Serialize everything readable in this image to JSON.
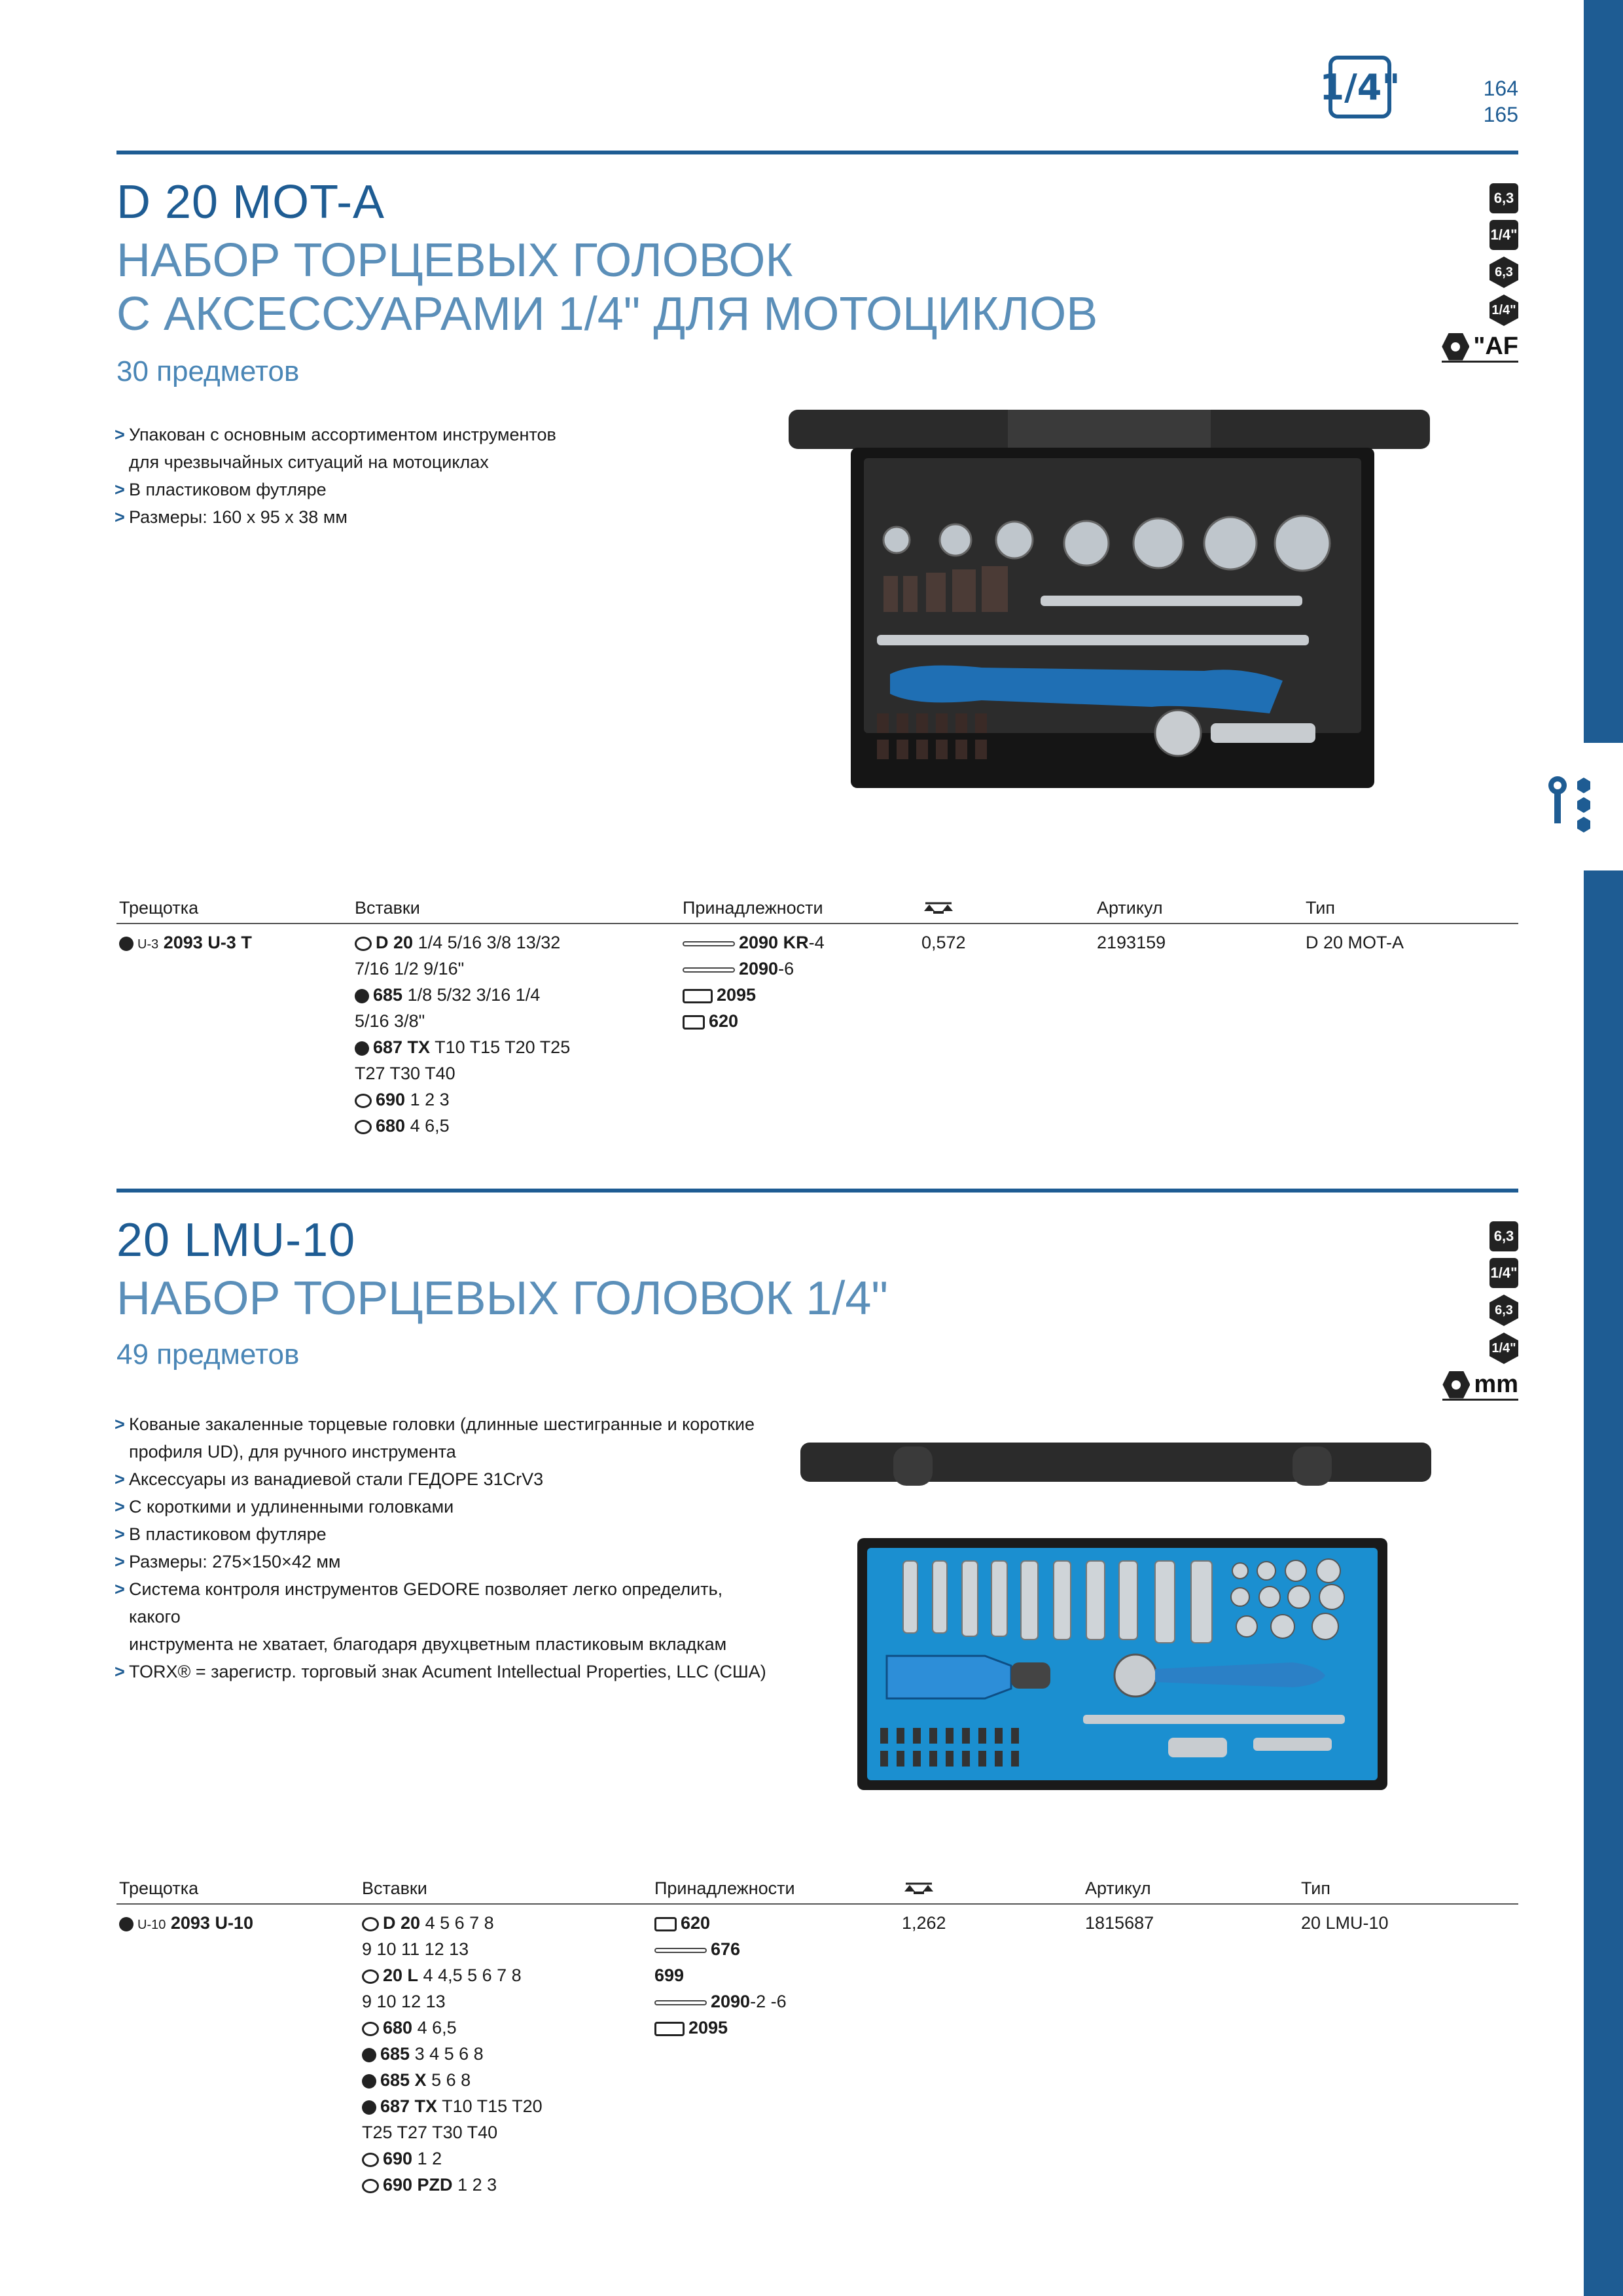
{
  "header": {
    "size_badge": "1/4\"",
    "page_top": "164",
    "page_bottom": "165"
  },
  "section1": {
    "code": "D 20 MOT-A",
    "title_line1": "НАБОР ТОРЦЕВЫХ ГОЛОВОК",
    "title_line2": "С АКСЕССУАРАМИ 1/4\" ДЛЯ МОТОЦИКЛОВ",
    "count": "30 предметов",
    "badges": [
      "6,3",
      "1/4\"",
      "6,3",
      "1/4\"",
      "\"AF"
    ],
    "bullets": [
      "Упакован с основным ассортиментом инструментов",
      "для чрезвычайных ситуаций на мотоциклах",
      "В пластиковом футляре",
      "Размеры: 160 x 95 x 38 мм"
    ],
    "table": {
      "headers": [
        "Трещотка",
        "Вставки",
        "Принадлежности",
        "",
        "Артикул",
        "Тип"
      ],
      "ratchet_prefix": "U-3",
      "ratchet": "2093 U-3 T",
      "inserts": [
        {
          "code": "D 20",
          "sizes": "1/4 5/16 3/8 13/32"
        },
        {
          "code": "",
          "sizes": "7/16 1/2 9/16\""
        },
        {
          "code": "685",
          "sizes": "1/8 5/32 3/16 1/4"
        },
        {
          "code": "",
          "sizes": "5/16 3/8\""
        },
        {
          "code": "687 TX",
          "sizes": "T10 T15 T20 T25"
        },
        {
          "code": "",
          "sizes": "T27 T30 T40"
        },
        {
          "code": "690",
          "sizes": "1 2 3"
        },
        {
          "code": "680",
          "sizes": "4 6,5"
        }
      ],
      "accessories": [
        {
          "code": "2090 KR",
          "suffix": "-4"
        },
        {
          "code": "2090",
          "suffix": "-6"
        },
        {
          "code": "2095",
          "suffix": ""
        },
        {
          "code": "620",
          "suffix": ""
        }
      ],
      "weight": "0,572",
      "article": "2193159",
      "type": "D 20 MOT-A"
    }
  },
  "section2": {
    "code": "20 LMU-10",
    "title_line1": "НАБОР ТОРЦЕВЫХ ГОЛОВОК 1/4\"",
    "count": "49 предметов",
    "badges": [
      "6,3",
      "1/4\"",
      "6,3",
      "1/4\"",
      "mm"
    ],
    "bullets": [
      "Кованые закаленные торцевые головки (длинные шестигранные и короткие",
      "профиля UD), для ручного инструмента",
      "Аксессуары из ванадиевой стали ГЕДОРЕ 31CrV3",
      "С короткими и удлиненными головками",
      "В пластиковом футляре",
      "Размеры: 275×150×42 мм",
      "Система контроля инструментов GEDORE позволяет легко определить, какого",
      "инструмента не хватает, благодаря двухцветным пластиковым вкладкам",
      "TORX® = зарегистр. торговый знак Acument Intellectual Properties, LLC (США)"
    ],
    "table": {
      "headers": [
        "Трещотка",
        "Вставки",
        "Принадлежности",
        "",
        "Артикул",
        "Тип"
      ],
      "ratchet_prefix": "U-10",
      "ratchet": "2093 U-10",
      "inserts": [
        {
          "code": "D 20",
          "sizes": "4 5 6 7 8"
        },
        {
          "code": "",
          "sizes": "9 10 11 12 13"
        },
        {
          "code": "20 L",
          "sizes": "4 4,5 5 6 7 8"
        },
        {
          "code": "",
          "sizes": "9 10 12 13"
        },
        {
          "code": "680",
          "sizes": "4 6,5"
        },
        {
          "code": "685",
          "sizes": "3 4 5 6 8"
        },
        {
          "code": "685 X",
          "sizes": "5 6 8"
        },
        {
          "code": "687 TX",
          "sizes": "T10 T15 T20"
        },
        {
          "code": "",
          "sizes": "T25 T27 T30 T40"
        },
        {
          "code": "690",
          "sizes": "1 2"
        },
        {
          "code": "690 PZD",
          "sizes": "1 2 3"
        }
      ],
      "accessories": [
        {
          "code": "620",
          "suffix": ""
        },
        {
          "code": "676",
          "suffix": ""
        },
        {
          "code": "699",
          "suffix": ""
        },
        {
          "code": "2090",
          "suffix": "-2 -6"
        },
        {
          "code": "2095",
          "suffix": ""
        }
      ],
      "weight": "1,262",
      "article": "1815687",
      "type": "20 LMU-10"
    }
  }
}
